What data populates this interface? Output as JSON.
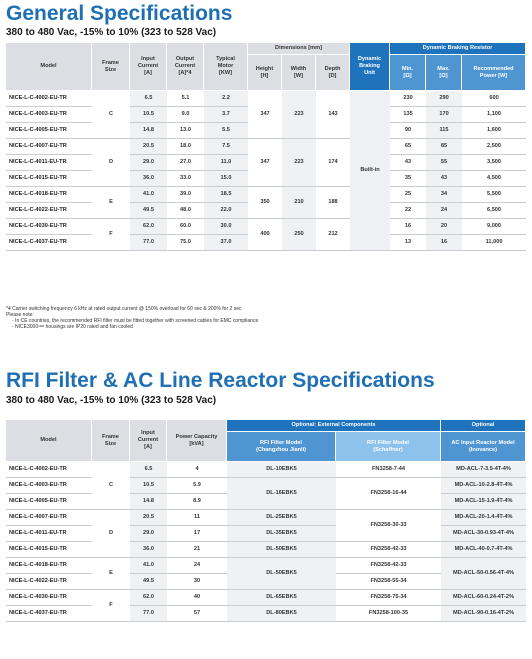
{
  "section1": {
    "title": "General Specifications",
    "subtitle": "380 to 480 Vac, -15% to 10% (323 to 528 Vac)",
    "headers": {
      "model": "Model",
      "frame": [
        "Frame",
        "Size"
      ],
      "input": [
        "Input",
        "Current",
        "[A]"
      ],
      "output": [
        "Output",
        "Current",
        "[A]*4"
      ],
      "motor": [
        "Typical",
        "Motor",
        "[KW]"
      ],
      "dimensions": "Dimensions [mm]",
      "height": [
        "Height",
        "[H]"
      ],
      "width": [
        "Width",
        "[W]"
      ],
      "depth": [
        "Depth",
        "[D]"
      ],
      "braking": [
        "Dynamic",
        "Braking",
        "Unit"
      ],
      "resistor": "Dynamic Braking Resistor",
      "rmin": [
        "Min.",
        "[Ω]"
      ],
      "rmax": [
        "Max.",
        "[Ω]"
      ],
      "rec": [
        "Recommended",
        "Power [W]"
      ]
    },
    "frames": [
      "C",
      "D",
      "E",
      "F"
    ],
    "dims": [
      {
        "h": "347",
        "w": "223",
        "d": "143"
      },
      {
        "h": "347",
        "w": "223",
        "d": "174"
      },
      {
        "h": "350",
        "w": "210",
        "d": "188"
      },
      {
        "h": "400",
        "w": "250",
        "d": "212"
      }
    ],
    "braking_unit": "Built-in",
    "rows": [
      {
        "model": "NICE-L-C-4002-EU-TR",
        "input": "6.5",
        "output": "5.1",
        "motor": "2.2",
        "min": "230",
        "max": "290",
        "rec": "600"
      },
      {
        "model": "NICE-L-C-4003-EU-TR",
        "input": "10.5",
        "output": "9.0",
        "motor": "3.7",
        "min": "135",
        "max": "170",
        "rec": "1,100"
      },
      {
        "model": "NICE-L-C-4005-EU-TR",
        "input": "14.8",
        "output": "13.0",
        "motor": "5.5",
        "min": "90",
        "max": "115",
        "rec": "1,600"
      },
      {
        "model": "NICE-L-C-4007-EU-TR",
        "input": "20.5",
        "output": "18.0",
        "motor": "7.5",
        "min": "65",
        "max": "85",
        "rec": "2,500"
      },
      {
        "model": "NICE-L-C-4011-EU-TR",
        "input": "29.0",
        "output": "27.0",
        "motor": "11.0",
        "min": "43",
        "max": "55",
        "rec": "3,500"
      },
      {
        "model": "NICE-L-C-4015-EU-TR",
        "input": "36.0",
        "output": "33.0",
        "motor": "15.0",
        "min": "35",
        "max": "43",
        "rec": "4,500"
      },
      {
        "model": "NICE-L-C-4018-EU-TR",
        "input": "41.0",
        "output": "39.0",
        "motor": "18.5",
        "min": "25",
        "max": "34",
        "rec": "5,500"
      },
      {
        "model": "NICE-L-C-4022-EU-TR",
        "input": "49.5",
        "output": "48.0",
        "motor": "22.0",
        "min": "22",
        "max": "24",
        "rec": "6,500"
      },
      {
        "model": "NICE-L-C-4030-EU-TR",
        "input": "62.0",
        "output": "60.0",
        "motor": "30.0",
        "min": "16",
        "max": "20",
        "rec": "9,000"
      },
      {
        "model": "NICE-L-C-4037-EU-TR",
        "input": "77.0",
        "output": "75.0",
        "motor": "37.0",
        "min": "13",
        "max": "16",
        "rec": "11,000"
      }
    ],
    "notes": [
      "*4 Carrier switching frequency 6 kHz at rated output current @ 150% overload for 60 sec & 200% for 2 sec",
      "Please note:",
      "- In CE countries, the recommended RFI filter must be fitted together with screened cables for EMC compliance",
      "- NICE3000ⁿᵉʷ housings are IP20 rated and fan cooled"
    ]
  },
  "section2": {
    "title": "RFI Filter & AC Line Reactor Specifications",
    "subtitle": "380 to 480 Vac, -15% to 10% (323 to 528 Vac)",
    "headers": {
      "model": "Model",
      "frame": [
        "Frame",
        "Size"
      ],
      "input": [
        "Input",
        "Current",
        "[A]"
      ],
      "capacity": [
        "Power Capacity",
        "[kVA]"
      ],
      "optional_ext": "Optional: External Components",
      "optional": "Optional",
      "rfi1": [
        "RFI Filter Model",
        "(Changzhou Jianli)"
      ],
      "rfi2": [
        "RFI Filter Model",
        "(Schaffner)"
      ],
      "reactor": [
        "AC Input Reactor Model",
        "(Inovance)"
      ]
    },
    "frames": [
      "C",
      "D",
      "E",
      "F"
    ],
    "rows": [
      {
        "model": "NICE-L-C-4002-EU-TR",
        "input": "6.5",
        "kva": "4"
      },
      {
        "model": "NICE-L-C-4003-EU-TR",
        "input": "10.5",
        "kva": "5.9"
      },
      {
        "model": "NICE-L-C-4005-EU-TR",
        "input": "14.8",
        "kva": "8.9"
      },
      {
        "model": "NICE-L-C-4007-EU-TR",
        "input": "20.5",
        "kva": "11"
      },
      {
        "model": "NICE-L-C-4011-EU-TR",
        "input": "29.0",
        "kva": "17"
      },
      {
        "model": "NICE-L-C-4015-EU-TR",
        "input": "36.0",
        "kva": "21"
      },
      {
        "model": "NICE-L-C-4018-EU-TR",
        "input": "41.0",
        "kva": "24"
      },
      {
        "model": "NICE-L-C-4022-EU-TR",
        "input": "49.5",
        "kva": "30"
      },
      {
        "model": "NICE-L-C-4030-EU-TR",
        "input": "62.0",
        "kva": "40"
      },
      {
        "model": "NICE-L-C-4037-EU-TR",
        "input": "77.0",
        "kva": "57"
      }
    ],
    "rfi_jianli": [
      "DL-10EBK5",
      "DL-16EBK5",
      "DL-25EBK5",
      "DL-35EBK5",
      "DL-50EBK5",
      "DL-50EBK5",
      "DL-65EBK5",
      "DL-80EBK5"
    ],
    "rfi_schaffner": [
      "FN3258-7-44",
      "FN3258-16-44",
      "FN3258-30-33",
      "FN3258-42-33",
      "FN3258-42-33",
      "FN3258-55-34",
      "FN3258-75-34",
      "FN3258-100-35"
    ],
    "reactor": [
      "MD-ACL-7-3.5-4T-4%",
      "MD-ACL-10-2.8-4T-4%",
      "MD-ACL-15-1.9-4T-4%",
      "MD-ACL-20-1.4-4T-4%",
      "MD-ACL-30-0.93-4T-4%",
      "MD-ACL-40-0.7-4T-4%",
      "MD-ACL-50-0.56-4T-4%",
      "MD-ACL-60-0.24-4T-2%",
      "MD-ACL-90-0.16-4T-2%"
    ]
  }
}
